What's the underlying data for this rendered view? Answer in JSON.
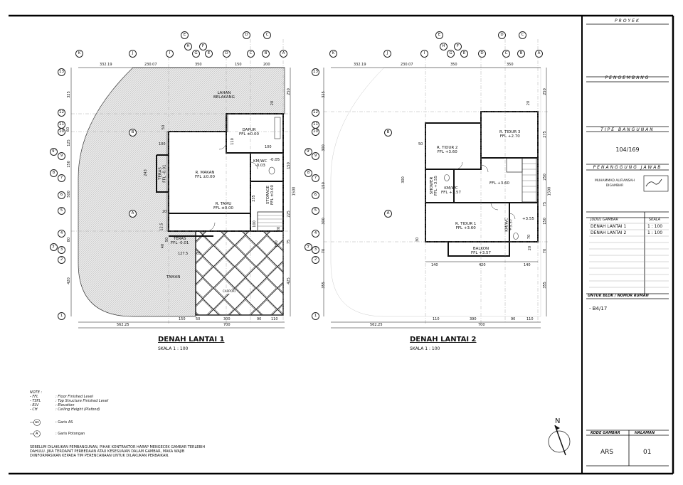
{
  "title_block": {
    "proyek_label": "PROYEK",
    "pengembang_label": "PENGEMBANG",
    "tipe_label": "TIPE BANGUNAN",
    "tipe_value": "104/169",
    "penanggung_label": "PENANGGUNG JAWAB",
    "penanggung_name": "MUHAMMAD ALIFIANSAH",
    "digambar": "DIGAMBAR",
    "judul_label": "JUDUL GAMBAR",
    "skala_label": "SKALA",
    "rows": [
      {
        "judul": "DENAH LANTAI 1",
        "skala": "1 : 100"
      },
      {
        "judul": "DENAH LANTAI 2",
        "skala": "1 : 100"
      }
    ],
    "blok_label": "UNTUK BLOK / NOMOR RUMAH",
    "blok_value": "- B4/17",
    "kode_label": "KODE GAMBAR",
    "halaman_label": "HALAMAN",
    "kode_value": "ARS",
    "halaman_value": "01"
  },
  "plan1": {
    "title": "DENAH LANTAI 1",
    "scale": "SKALA 1 : 100",
    "rooms": {
      "lahan": "LAHAN",
      "belakang": "BELAKANG",
      "dapur": "DAPUR",
      "dapur_ffl": "FFL ±0.00",
      "makan": "R. MAKAN",
      "makan_ffl": "FFL ±0.00",
      "tamu": "R. TAMU",
      "tamu_ffl": "FFL ±0.00",
      "kmwc": "KM/WC",
      "kmwc_ffl": "-0.03",
      "kmwc_ffl2": "-0.05",
      "storage": "STORAGE",
      "storage_ffl": "FFL ±0.00",
      "teras_side": "TERAS",
      "teras_side_ffl": "FFL -0.01",
      "teras": "TERAS",
      "teras_ffl": "FFL -0.01",
      "taman": "TAMAN",
      "carport": "CARPORT"
    },
    "top_dims": [
      "332.19",
      "230.07",
      "350",
      "150",
      "200"
    ],
    "bottom_dims": [
      "150",
      "50",
      "300",
      "90",
      "110"
    ],
    "bottom_total": "562.25",
    "bottom_total2": "700",
    "left_dims": [
      "325",
      "60",
      "125",
      "150",
      "500",
      "80",
      "420"
    ],
    "right_dims": [
      "250",
      "150",
      "1500",
      "225",
      "75",
      "425"
    ],
    "inner_dims": [
      "100",
      "50",
      "243",
      "110",
      "20",
      "100",
      "235",
      "20",
      "12.5",
      "40",
      "50",
      "127.5",
      "65",
      "100",
      "100",
      "20"
    ]
  },
  "plan2": {
    "title": "DENAH LANTAI 2",
    "scale": "SKALA 1 : 100",
    "rooms": {
      "tidur2": "R. TIDUR 2",
      "tidur2_ffl": "FFL +3.60",
      "tidur3": "R. TIDUR 3",
      "tidur3_ffl": "FFL +2.70",
      "shower": "SHOWER",
      "shower_ffl": "FFL +3.55",
      "kmwc": "KM/WC",
      "kmwc_ffl": "FFL +3.57",
      "hall_ffl": "FFL +3.60",
      "tidur1": "R. TIDUR 1",
      "tidur1_ffl": "FFL +3.60",
      "kmwc2": "KM/WC",
      "kmwc2_ffl": "+3.57",
      "kmwc2_ffl2": "+3.55",
      "balkon": "BALKON",
      "balkon_ffl": "FFL +3.57"
    },
    "top_dims": [
      "332.19",
      "230.07",
      "350",
      "350"
    ],
    "bottom_dims": [
      "110",
      "390",
      "90",
      "110"
    ],
    "bottom_total": "562.25",
    "bottom_total2": "700",
    "mid_dims": [
      "140",
      "420",
      "140"
    ],
    "left_dims": [
      "325",
      "300",
      "150",
      "300",
      "70",
      "355"
    ],
    "right_dims": [
      "250",
      "275",
      "250",
      "1500",
      "75",
      "150",
      "70",
      "355"
    ],
    "inner_dims": [
      "50",
      "300",
      "20",
      "30",
      "20",
      "70"
    ]
  },
  "grid_top": [
    "K",
    "J",
    "I",
    "H",
    "G",
    "F",
    "E",
    "D",
    "C",
    "B",
    "A"
  ],
  "grid_left": [
    "13",
    "12",
    "11",
    "10",
    "9'",
    "9",
    "8",
    "7",
    "6",
    "5",
    "4",
    "3'",
    "3",
    "2",
    "1"
  ],
  "section_marks": [
    "E",
    "D",
    "C",
    "B",
    "A"
  ],
  "notes": {
    "header": "NOTE :",
    "items": [
      {
        "k": "- FFL",
        "v": ": Floor Finished Level"
      },
      {
        "k": "- TSFL",
        "v": ": Top Structure Finished Level"
      },
      {
        "k": "- ELV",
        "v": ": Elevation"
      },
      {
        "k": "- CH",
        "v": ": Ceiling Height (Plafond)"
      }
    ],
    "as_symbol": "as",
    "as_text": ": Garis AS",
    "pot_symbol": "A",
    "pot_text": ": Garis Potongan",
    "disclaimer": "SEBELUM DILAKUKAN PEMBANGUNAN, PIHAK KONTRAKTOR HARAP MENGECEK GAMBAR TERLEBIH DAHULU. JIKA TERDAPAT PERBEDAAN ATAU KESESUAIAN DALAM GAMBAR, MAKA WAJIB DIINFORMASIKAN KEPADA TIM PERENCANAAN UNTUK DILAKUKAN PERBAIKAN."
  },
  "north": "N",
  "colors": {
    "line": "#111111",
    "hatch": "#bdbdbd",
    "grid": "#999999"
  }
}
